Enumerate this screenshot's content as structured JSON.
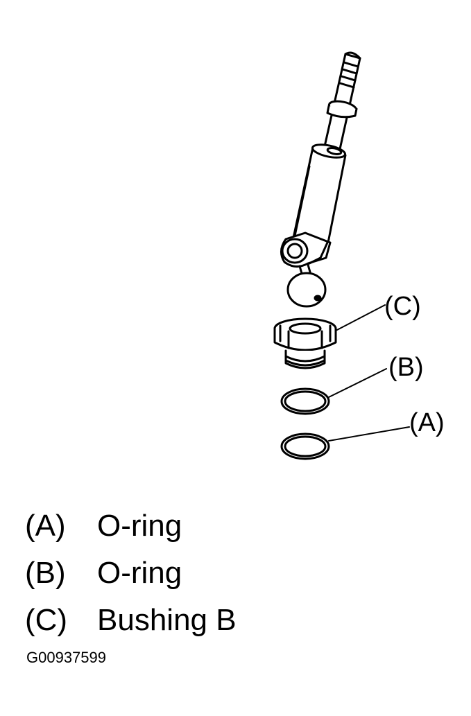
{
  "callouts": [
    {
      "id": "C",
      "label": "(C)"
    },
    {
      "id": "B",
      "label": "(B)"
    },
    {
      "id": "A",
      "label": "(A)"
    }
  ],
  "legend": [
    {
      "letter": "(A)",
      "name": "O-ring"
    },
    {
      "letter": "(B)",
      "name": "O-ring"
    },
    {
      "letter": "(C)",
      "name": "Bushing B"
    }
  ],
  "figure_id": "G00937599"
}
